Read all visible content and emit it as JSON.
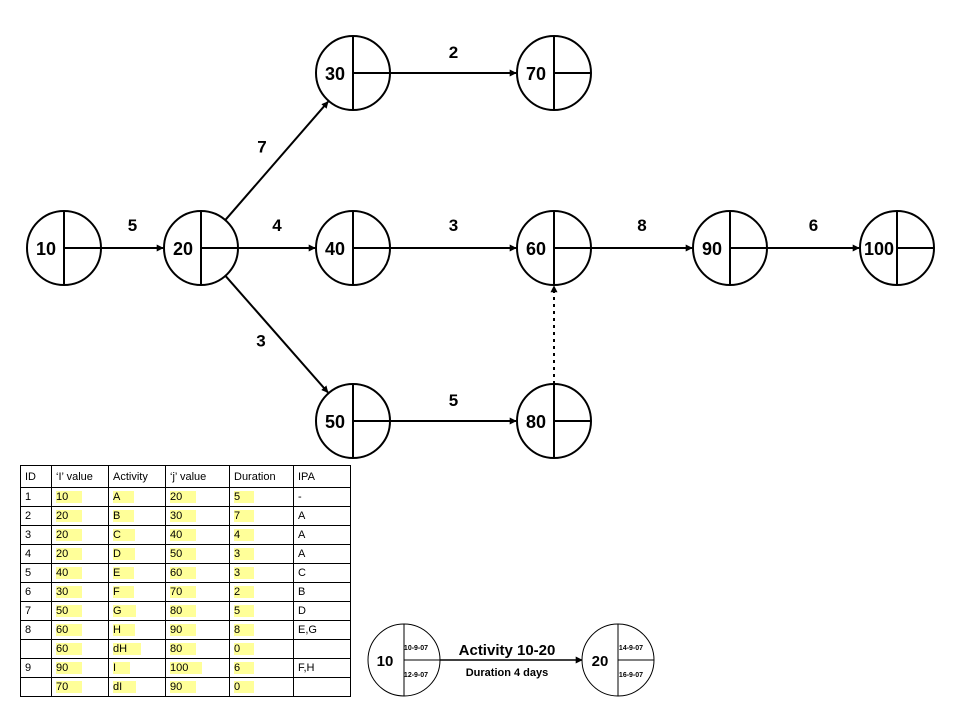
{
  "network": {
    "nodes": [
      {
        "id": "10",
        "label": "10"
      },
      {
        "id": "20",
        "label": "20"
      },
      {
        "id": "30",
        "label": "30"
      },
      {
        "id": "40",
        "label": "40"
      },
      {
        "id": "50",
        "label": "50"
      },
      {
        "id": "60",
        "label": "60"
      },
      {
        "id": "70",
        "label": "70"
      },
      {
        "id": "80",
        "label": "80"
      },
      {
        "id": "90",
        "label": "90"
      },
      {
        "id": "100",
        "label": "100"
      }
    ],
    "edges": [
      {
        "from": "10",
        "to": "20",
        "label": "5"
      },
      {
        "from": "20",
        "to": "30",
        "label": "7"
      },
      {
        "from": "20",
        "to": "40",
        "label": "4"
      },
      {
        "from": "20",
        "to": "50",
        "label": "3"
      },
      {
        "from": "30",
        "to": "70",
        "label": "2"
      },
      {
        "from": "40",
        "to": "60",
        "label": "3"
      },
      {
        "from": "50",
        "to": "80",
        "label": "5"
      },
      {
        "from": "80",
        "to": "60",
        "label": "",
        "dummy": true
      },
      {
        "from": "60",
        "to": "90",
        "label": "8"
      },
      {
        "from": "90",
        "to": "100",
        "label": "6"
      }
    ]
  },
  "table": {
    "headers": [
      "ID",
      "‘I’ value",
      "Activity",
      "‘j’ value",
      "Duration",
      "IPA"
    ],
    "highlight_color": "#ffff99",
    "rows": [
      [
        "1",
        "10",
        "A",
        "20",
        "5",
        "-"
      ],
      [
        "2",
        "20",
        "B",
        "30",
        "7",
        "A"
      ],
      [
        "3",
        "20",
        "C",
        "40",
        "4",
        "A"
      ],
      [
        "4",
        "20",
        "D",
        "50",
        "3",
        "A"
      ],
      [
        "5",
        "40",
        "E",
        "60",
        "3",
        "C"
      ],
      [
        "6",
        "30",
        "F",
        "70",
        "2",
        "B"
      ],
      [
        "7",
        "50",
        "G",
        "80",
        "5",
        "D"
      ],
      [
        "8",
        "60",
        "H",
        "90",
        "8",
        "E,G"
      ],
      [
        "",
        "60",
        "dH",
        "80",
        "0",
        ""
      ],
      [
        "9",
        "90",
        "I",
        "100",
        "6",
        "F,H"
      ],
      [
        "",
        "70",
        "dI",
        "90",
        "0",
        ""
      ]
    ]
  },
  "legend": {
    "title": "Activity 10-20",
    "subtitle": "Duration 4 days",
    "start_node": {
      "label": "10",
      "top_date": "10-9-07",
      "bottom_date": "12-9-07"
    },
    "end_node": {
      "label": "20",
      "top_date": "14-9-07",
      "bottom_date": "16-9-07"
    }
  }
}
